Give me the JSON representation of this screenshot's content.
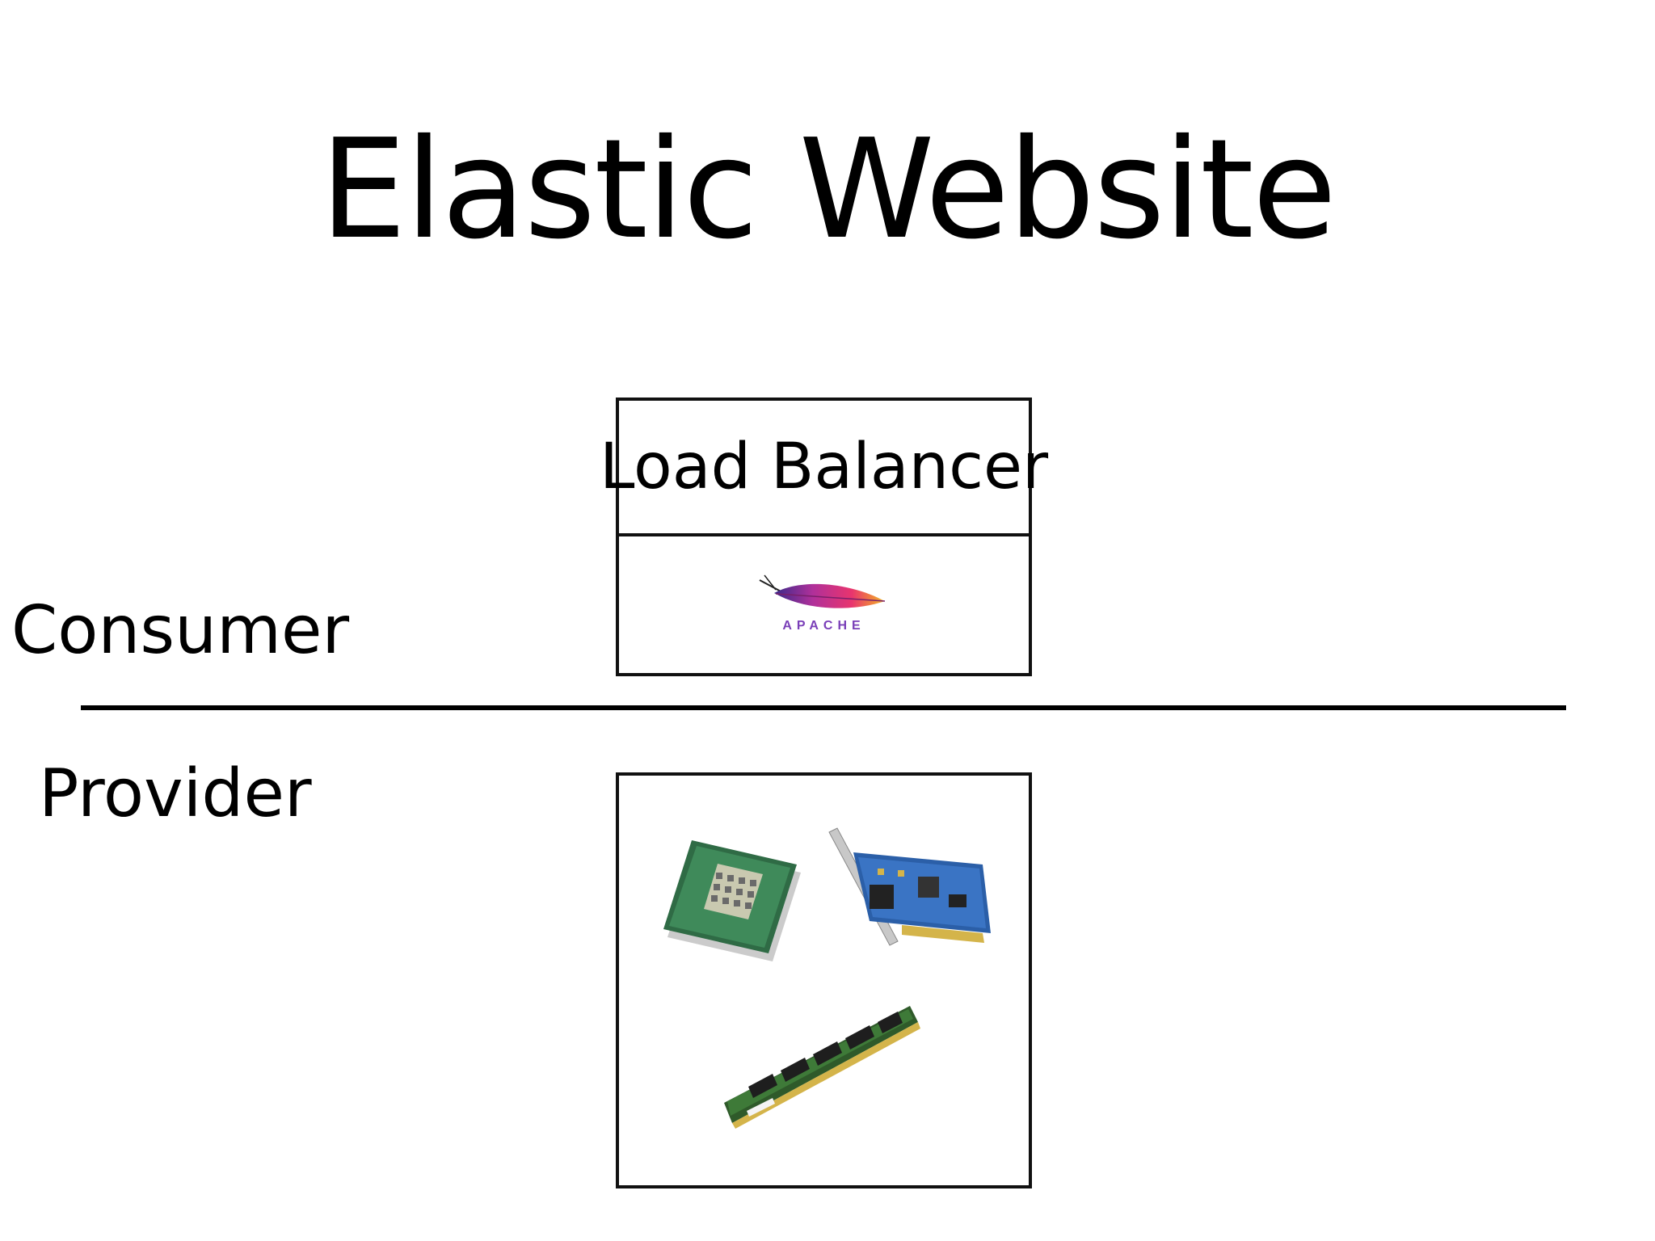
{
  "slide": {
    "title": "Elastic Website"
  },
  "labels": {
    "consumer": "Consumer",
    "provider": "Provider"
  },
  "load_balancer": {
    "header": "Load Balancer",
    "logo_text": "APACHE",
    "icon": "apache-feather-icon"
  },
  "hardware": {
    "icons": [
      "cpu-chip-icon",
      "network-card-icon",
      "ram-module-icon"
    ]
  },
  "colors": {
    "text": "#000000",
    "background": "#ffffff",
    "apache_purple": "#7a3fb8",
    "apache_pink": "#e0347c"
  }
}
